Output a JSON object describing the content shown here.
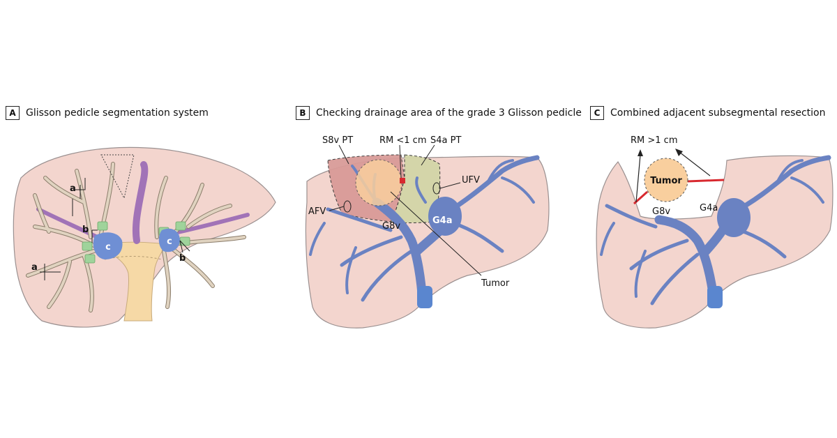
{
  "panels": {
    "a": {
      "letter": "A",
      "title": "Glisson pedicle segmentation system",
      "labels": {
        "a_upper": "a",
        "a_lower": "a",
        "b_left": "b",
        "b_right": "b",
        "c_left": "c",
        "c_right": "c"
      }
    },
    "b": {
      "letter": "B",
      "title": "Checking drainage area of the grade 3 Glisson pedicle",
      "labels": {
        "s8v_pt": "S8v PT",
        "rm": "RM <1 cm",
        "s4a_pt": "S4a PT",
        "ufv": "UFV",
        "afv": "AFV",
        "g8v": "G8v",
        "g4a": "G4a",
        "tumor": "Tumor"
      }
    },
    "c": {
      "letter": "C",
      "title": "Combined adjacent subsegmental resection",
      "labels": {
        "rm": "RM >1 cm",
        "tumor": "Tumor",
        "g8v": "G8v",
        "g4a": "G4a"
      }
    }
  },
  "colors": {
    "liver": "#f3d5ce",
    "liver_edge": "#9a9090",
    "pedicle": "#e0d3c0",
    "pedicle_edge": "#8b7d6b",
    "hepatic_vein": "#a173b7",
    "portal": "#f6d9a6",
    "confluence": "#6f8fd4",
    "grade3": "#9fd39b",
    "vein_blue": "#6a82c2",
    "ivc_blue": "#5a86cf",
    "territory_red": "#d99b98",
    "territory_olive": "#d3d5a8",
    "tumor": "#f9cf9e",
    "margin_red": "#d8292f"
  }
}
